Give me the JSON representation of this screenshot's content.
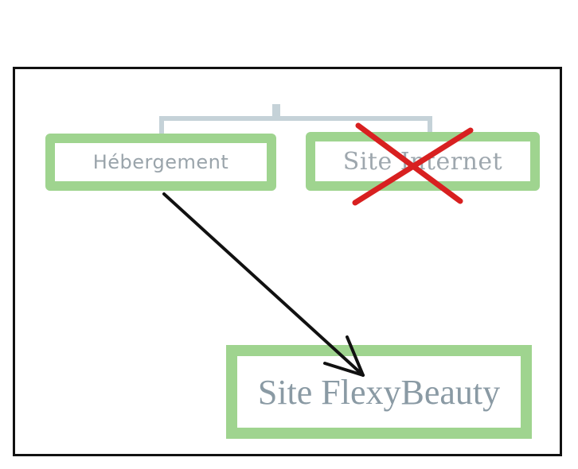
{
  "diagram": {
    "nodes": {
      "hebergement": "Hébergement",
      "site_internet": "Site Internet",
      "flexybeauty": "Site FlexyBeauty"
    },
    "colors": {
      "box_border": "#9fd48f",
      "connector": "#c5d2d8",
      "strike": "#d82020",
      "arrow": "#111111",
      "frame": "#111111"
    }
  }
}
